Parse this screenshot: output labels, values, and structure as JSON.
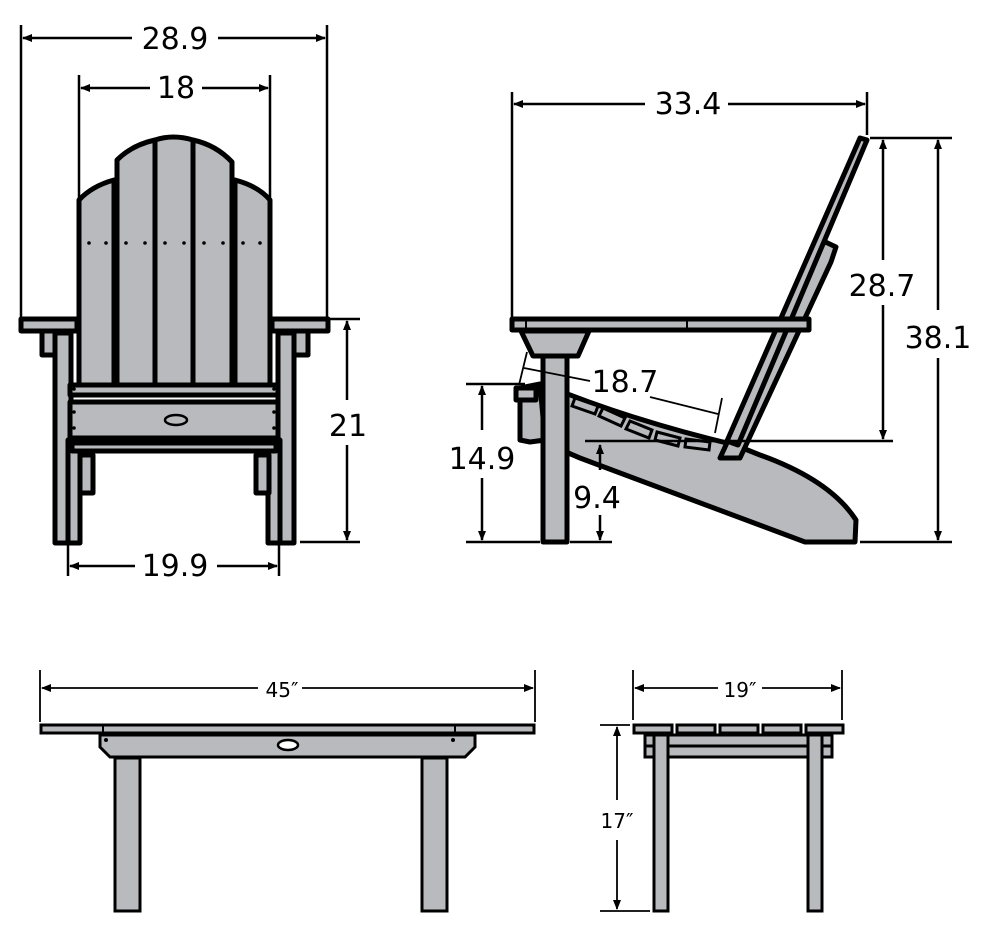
{
  "colors": {
    "fill": "#b9babe",
    "stroke": "#000000",
    "background": "#ffffff"
  },
  "chair_front_view": {
    "overall_width": "28.9",
    "back_width": "18",
    "arm_height": "21",
    "leg_span": "19.9"
  },
  "chair_side_view": {
    "overall_depth": "33.4",
    "back_height_from_seat": "28.7",
    "overall_height": "38.1",
    "seat_depth": "18.7",
    "seat_front_height": "14.9",
    "seat_rear_height": "9.4"
  },
  "ottoman_front_view": {
    "width": "45″"
  },
  "ottoman_side_view": {
    "depth": "19″",
    "height": "17″"
  }
}
